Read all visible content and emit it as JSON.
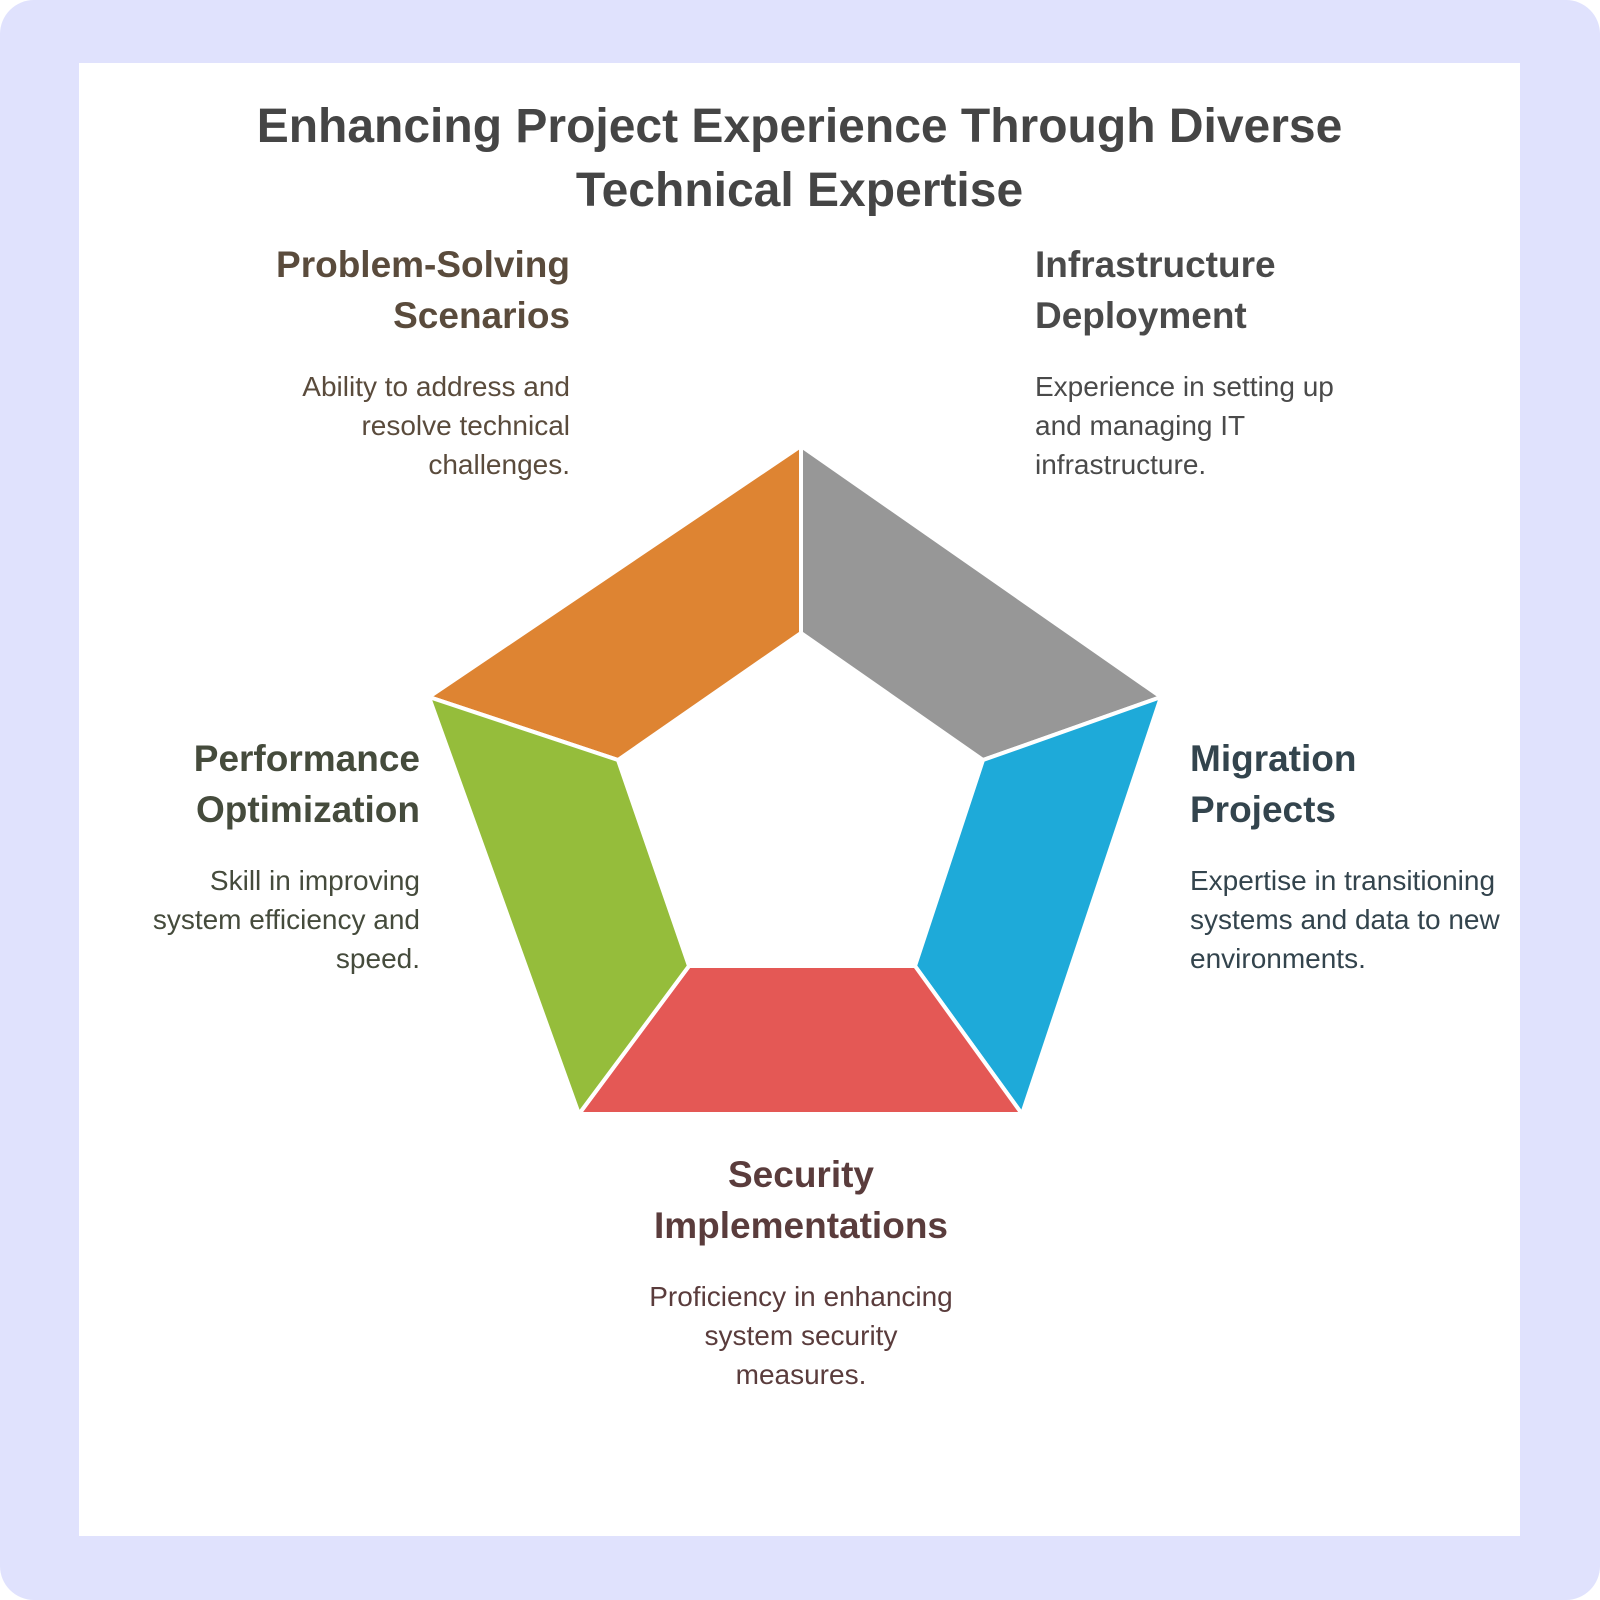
{
  "title": {
    "line1": "Enhancing Project Experience Through Diverse",
    "line2": "Technical Expertise"
  },
  "segments": [
    {
      "id": "problem-solving",
      "heading": [
        "Problem-Solving",
        "Scenarios"
      ],
      "description": [
        "Ability to address and",
        "resolve technical",
        "challenges."
      ],
      "color": "#de8432",
      "text_color": "#5a4b3c"
    },
    {
      "id": "infrastructure",
      "heading": [
        "Infrastructure",
        "Deployment"
      ],
      "description": [
        "Experience in setting up",
        "and managing IT",
        "infrastructure."
      ],
      "color": "#979797",
      "text_color": "#4a4a4a"
    },
    {
      "id": "migration",
      "heading": [
        "Migration",
        "Projects"
      ],
      "description": [
        "Expertise in transitioning",
        "systems and data to new",
        "environments."
      ],
      "color": "#1eaad9",
      "text_color": "#33444d"
    },
    {
      "id": "security",
      "heading": [
        "Security",
        "Implementations"
      ],
      "description": [
        "Proficiency in enhancing",
        "system security",
        "measures."
      ],
      "color": "#e45855",
      "text_color": "#5a3c3c"
    },
    {
      "id": "performance",
      "heading": [
        "Performance",
        "Optimization"
      ],
      "description": [
        "Skill in improving",
        "system efficiency and",
        "speed."
      ],
      "color": "#95bd3b",
      "text_color": "#454b3c"
    }
  ]
}
